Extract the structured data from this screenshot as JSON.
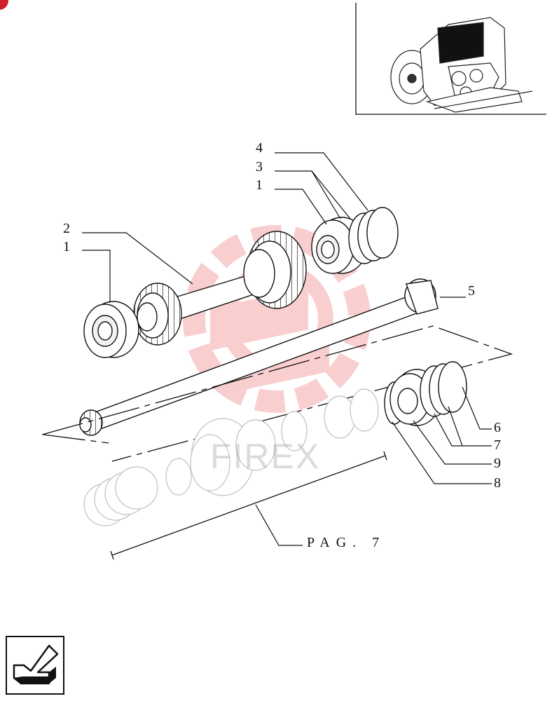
{
  "callouts": {
    "c4": "4",
    "c3": "3",
    "c1a": "1",
    "c2": "2",
    "c1b": "1",
    "c5": "5",
    "c6": "6",
    "c7": "7",
    "c9": "9",
    "c8": "8"
  },
  "page_reference": "PAG. 7",
  "watermark_text": "FIREX",
  "icons": {
    "nav": "arrow-back-icon",
    "watermark": "gear-logo-icon",
    "corner": "red-dot-icon"
  },
  "colors": {
    "ink": "#111111",
    "faded": "#c8c8c8",
    "watermark": "#e8232a",
    "corner": "#d21f2b"
  }
}
